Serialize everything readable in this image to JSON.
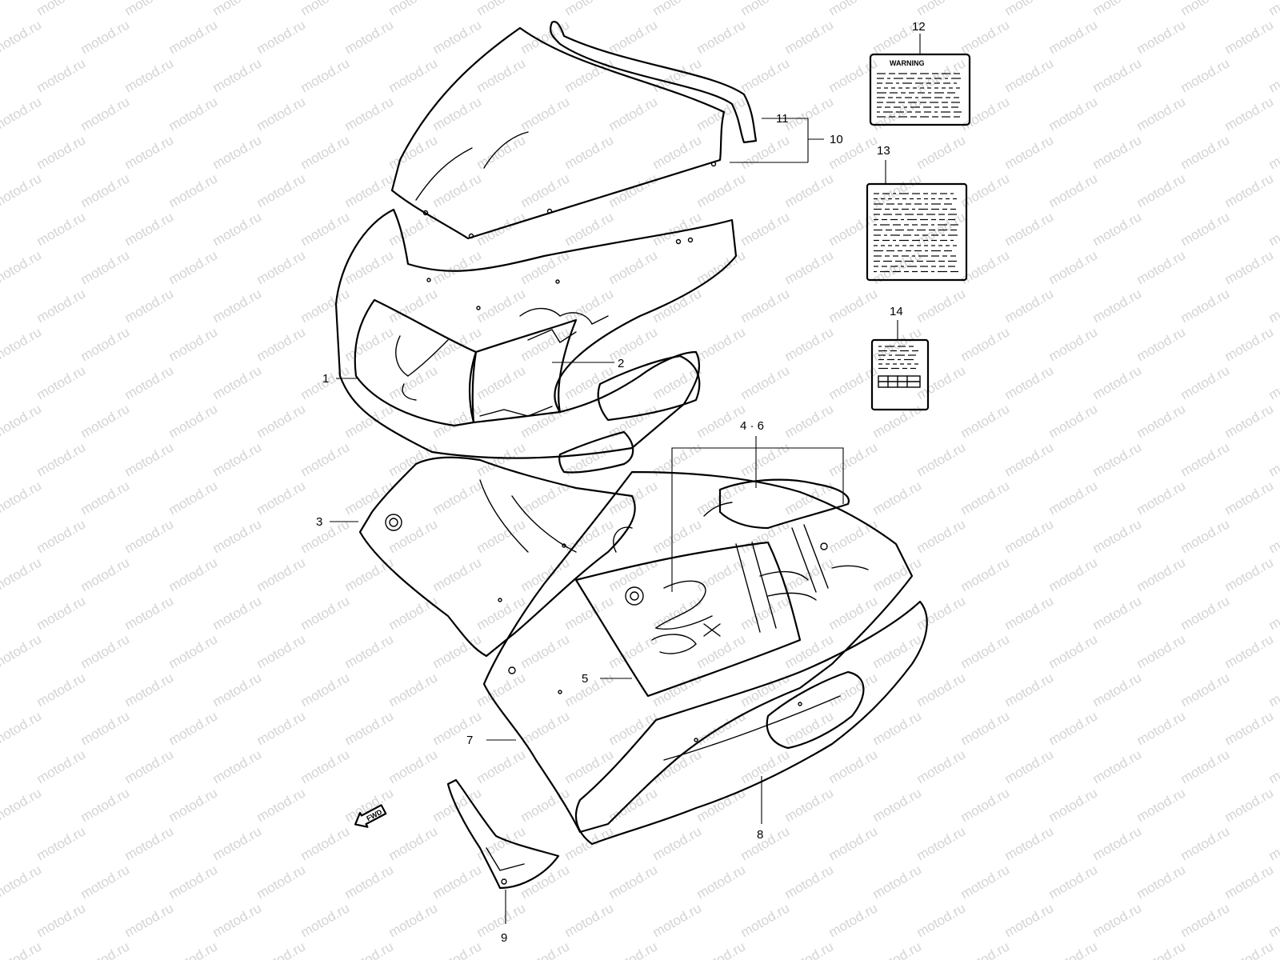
{
  "watermark": "motod.ru",
  "callouts": {
    "c1": "1",
    "c2": "2",
    "c3": "3",
    "c46": "4 · 6",
    "c5": "5",
    "c7": "7",
    "c8": "8",
    "c9": "9",
    "c10": "10",
    "c11": "11",
    "c12": "12",
    "c13": "13",
    "c14": "14"
  },
  "labels": {
    "warning_title": "WARNING"
  },
  "direction_marker": "FWD",
  "colors": {
    "line": "#000000",
    "watermark": "#d4d4d4",
    "background": "#ffffff"
  }
}
